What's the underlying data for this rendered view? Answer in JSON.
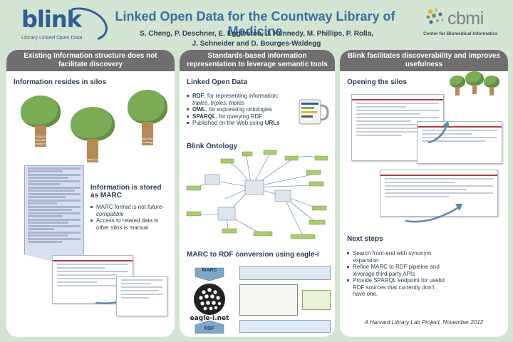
{
  "header": {
    "logo_word": "blink",
    "logo_subtitle": "Library Linked Open Data",
    "title": "Linked Open Data for the Countway Library of Medicine",
    "authors_line1": "S. Cheng, P. Deschner, E. Eggleston, J. Kennedy, M. Phillips, P. Rolla,",
    "authors_line2": "J. Schneider and D. Bourges-Waldegg",
    "cbmi_word": "cbmi",
    "cbmi_subtitle": "Center for Biomedical Informatics"
  },
  "columns": [
    {
      "header": "Existing Information structure does not facilitate discovery",
      "sections": {
        "silos_title": "Information resides in silos",
        "trees": [
          {
            "label": "HOLLIS Information Authority Files"
          },
          {
            "label": "Countway Catalog"
          },
          {
            "label": "Medical Subject Headings"
          }
        ],
        "marc_title_line1": "Information is stored",
        "marc_title_line2": "as MARC",
        "marc_bullets": [
          {
            "pre": "MARC format is not ",
            "ital": "future-compatible"
          },
          {
            "pre": "Access to related data in other silos is manual",
            "ital": ""
          }
        ]
      }
    },
    {
      "header": "Standards-based information representation to leverage semantic tools",
      "sections": {
        "lod_title": "Linked Open Data",
        "lod_bullets": [
          {
            "b": "RDF",
            "rest": ", for representing information:",
            "ital": "triples, triples, triples"
          },
          {
            "b": "OWL",
            "rest": ", for expressing ontologies",
            "ital": ""
          },
          {
            "b": "SPARQL",
            "rest": ", for querying RDF",
            "ital": ""
          },
          {
            "b": "",
            "rest": "Published on the Web using ",
            "tail_b": "URLs"
          }
        ],
        "ontology_title": "Blink Ontology",
        "conversion_title": "MARC to RDF conversion using eagle-i",
        "marc_label": "MARC",
        "eaglei_label": "eagle-i.net",
        "rdf_label": "RDF"
      }
    },
    {
      "header": "Blink facilitates discoverability and improves usefulness",
      "sections": {
        "opening_title": "Opening the silos",
        "next_title": "Next steps",
        "next_bullets": [
          "Search front-end with synonym expansion",
          "Refine MARC to RDF pipeline and leverage third party APIs",
          "Provide SPARQL endpoint for useful RDF sources that currently don't have one."
        ],
        "footer": "A Harvard Library Lab Project, November 2012"
      }
    }
  ],
  "colors": {
    "background": "#d4e4d3",
    "column_header": "#6f6f6f",
    "title_blue": "#3b6ea0",
    "tree_green": "#7aab55",
    "trunk_brown": "#b58a55"
  }
}
